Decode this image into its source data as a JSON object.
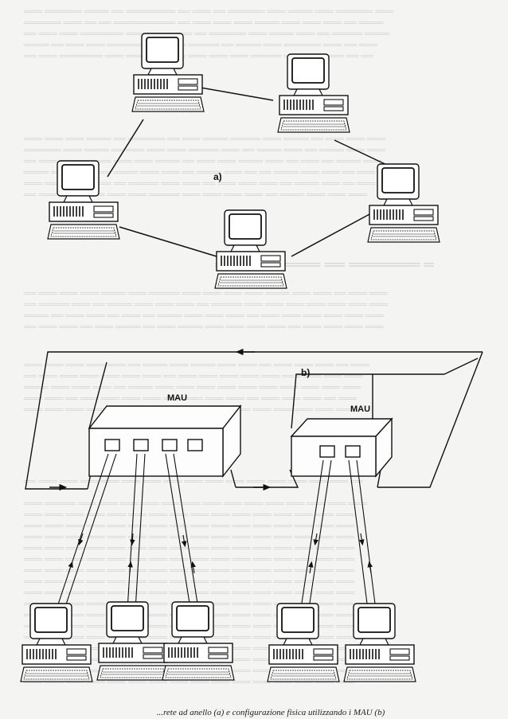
{
  "diagram": {
    "label_a": "a)",
    "label_b": "b)",
    "mau_left": "MAU",
    "mau_right": "MAU"
  },
  "caption": "...rete ad anello (a) e configurazione fisica utilizzando i MAU (b)"
}
